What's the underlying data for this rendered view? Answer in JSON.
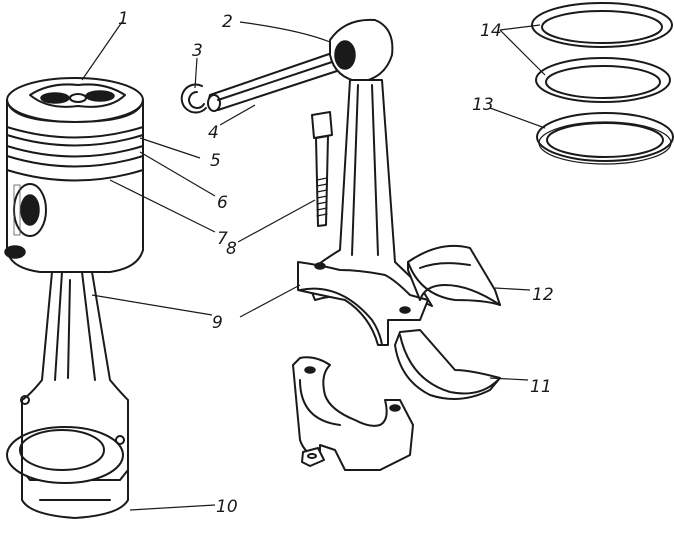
{
  "colors": {
    "ink": "#1a1a1a",
    "paper": "#ffffff"
  },
  "callouts": [
    {
      "id": "1",
      "text": "1"
    },
    {
      "id": "2",
      "text": "2"
    },
    {
      "id": "3",
      "text": "3"
    },
    {
      "id": "4",
      "text": "4"
    },
    {
      "id": "5",
      "text": "5"
    },
    {
      "id": "6",
      "text": "6"
    },
    {
      "id": "7",
      "text": "7"
    },
    {
      "id": "8",
      "text": "8"
    },
    {
      "id": "9",
      "text": "9"
    },
    {
      "id": "10",
      "text": "10"
    },
    {
      "id": "11",
      "text": "11"
    },
    {
      "id": "12",
      "text": "12"
    },
    {
      "id": "13",
      "text": "13"
    },
    {
      "id": "14",
      "text": "14"
    }
  ]
}
